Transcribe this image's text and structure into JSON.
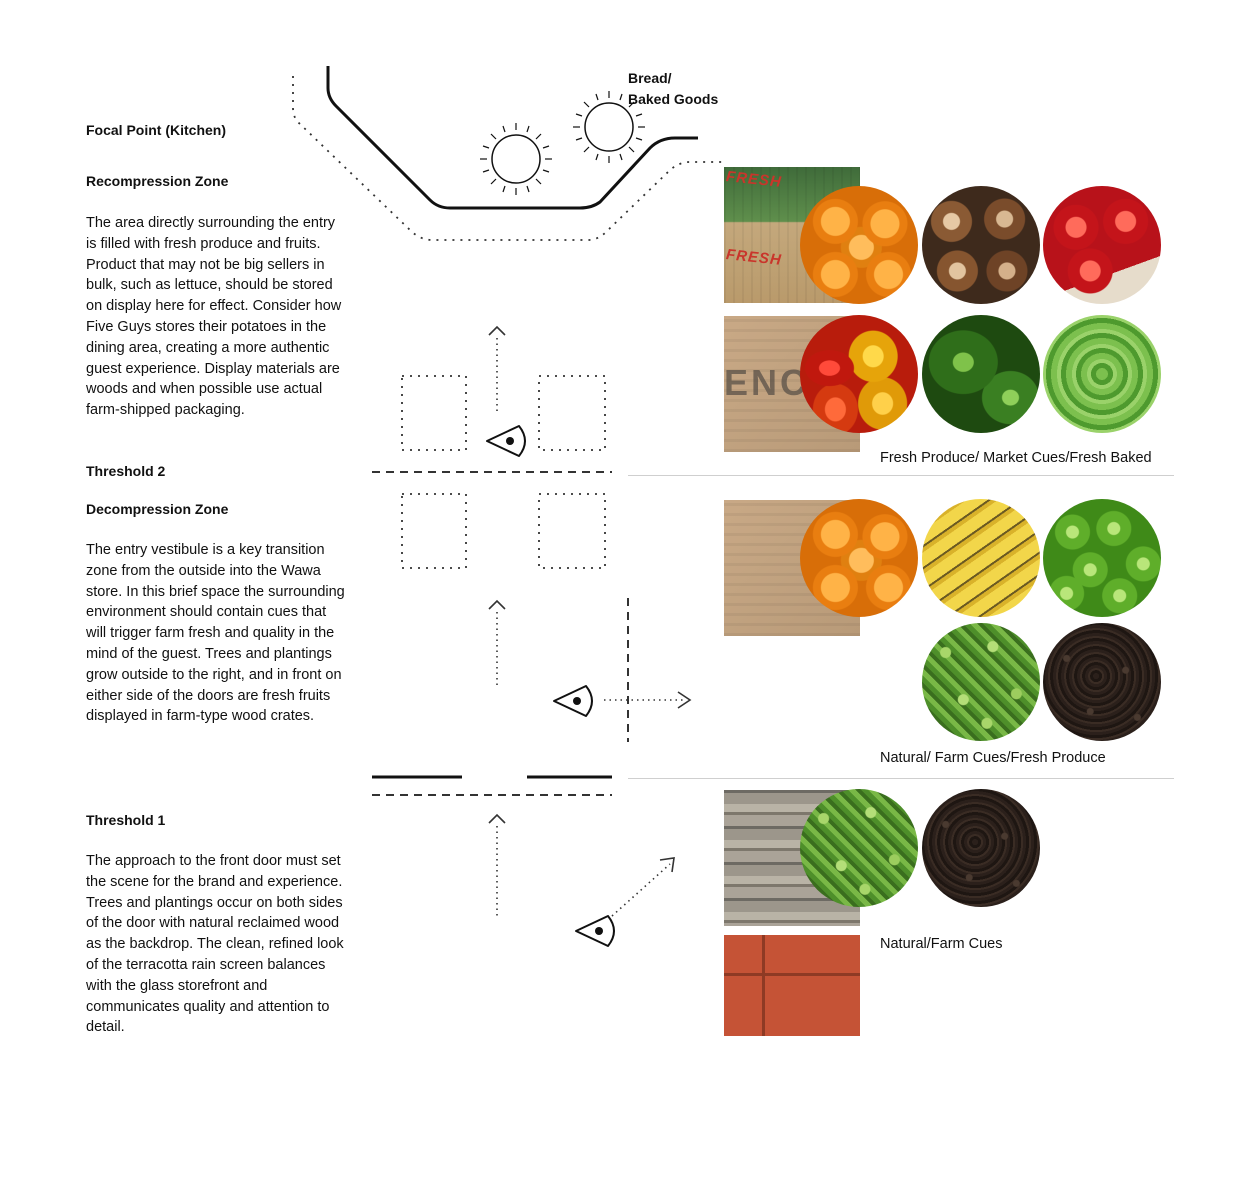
{
  "labels": {
    "bread": [
      "Bread/",
      "Baked Goods"
    ]
  },
  "sections": {
    "focal_point": "Focal Point (Kitchen)",
    "recompression_title": "Recompression Zone",
    "recompression_body": "The area directly surrounding the entry is filled with fresh produce and fruits. Product that may not be big sellers in bulk, such as lettuce, should be stored on display here for effect. Consider how Five Guys stores their potatoes in the dining area, creating a more authentic guest experience. Display materials are woods and when possible use actual farm-shipped packaging.",
    "threshold2_title": "Threshold 2",
    "decompression_title": "Decompression Zone",
    "decompression_body": "The entry vestibule is a key transition zone from the outside into the Wawa store. In this brief space the surrounding environment should contain cues that will trigger farm fresh and quality in the mind of the guest. Trees and plantings grow outside to the right, and in front on either side of the doors are fresh fruits displayed in farm-type wood crates.",
    "threshold1_title": "Threshold 1",
    "threshold1_body": "The approach to the front door must set the scene for the brand and experience. Trees and plantings occur on both sides of the door with natural reclaimed wood as the backdrop. The clean, refined look of the terracotta rain screen balances with the glass storefront and communicates quality and attention to detail."
  },
  "photos": {
    "crate_label": "FRESH",
    "stamp": "ENC"
  },
  "captions": {
    "row1": "Fresh Produce/ Market Cues/Fresh Baked",
    "row2": "Natural/ Farm Cues/Fresh Produce",
    "row3": "Natural/Farm Cues"
  }
}
